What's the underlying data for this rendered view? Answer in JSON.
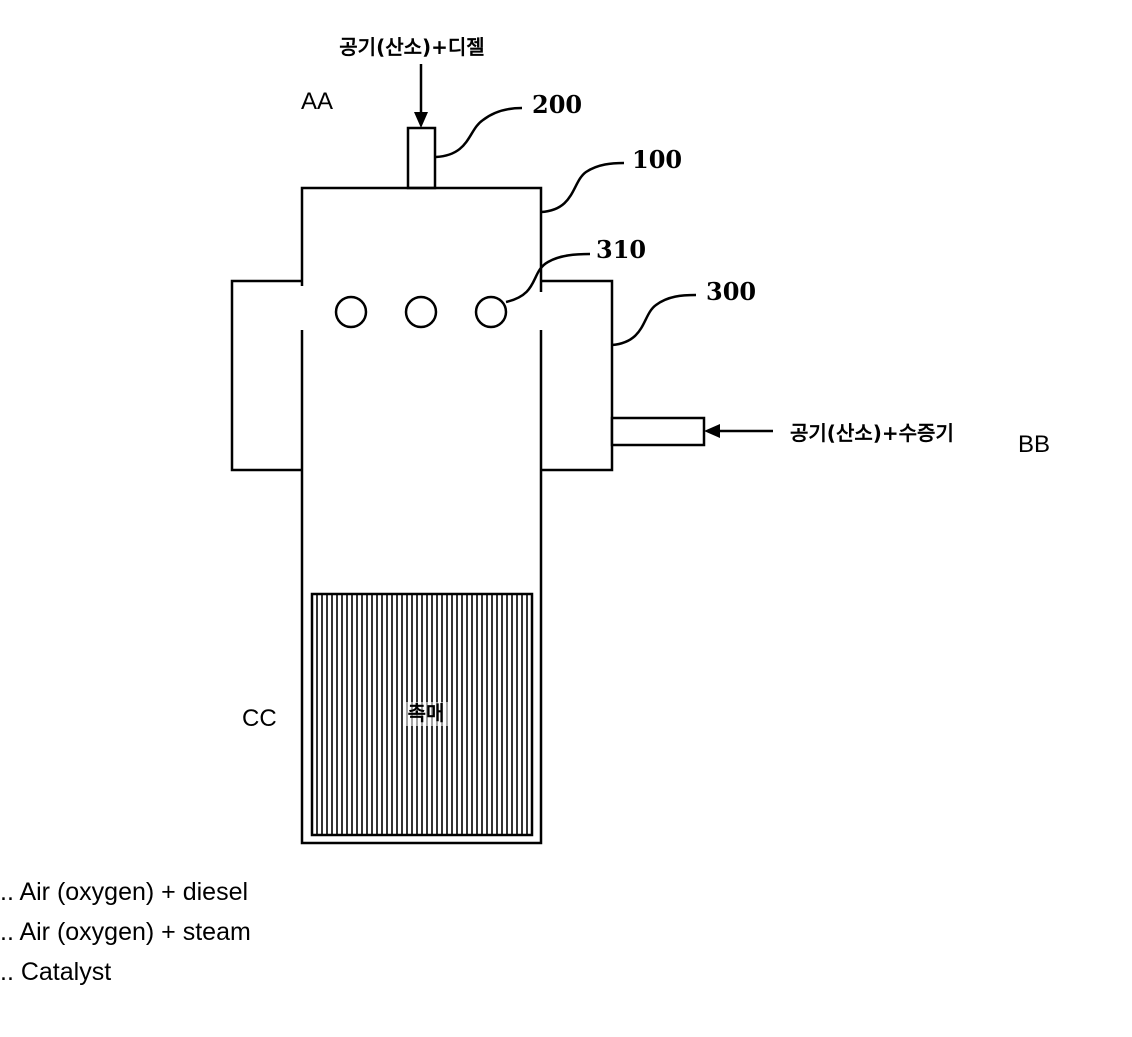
{
  "labels": {
    "top_inlet": "공기(산소)+디젤",
    "side_inlet": "공기(산소)+수증기",
    "catalyst": "촉매",
    "ref_200": "200",
    "ref_100": "100",
    "ref_310": "310",
    "ref_300": "300",
    "tag_a": "AA",
    "tag_b": "BB",
    "tag_c": "CC"
  },
  "legend": [
    ".. Air (oxygen) + diesel",
    ".. Air (oxygen) + steam",
    ".. Catalyst"
  ],
  "colors": {
    "line": "#000000",
    "background": "#ffffff"
  }
}
